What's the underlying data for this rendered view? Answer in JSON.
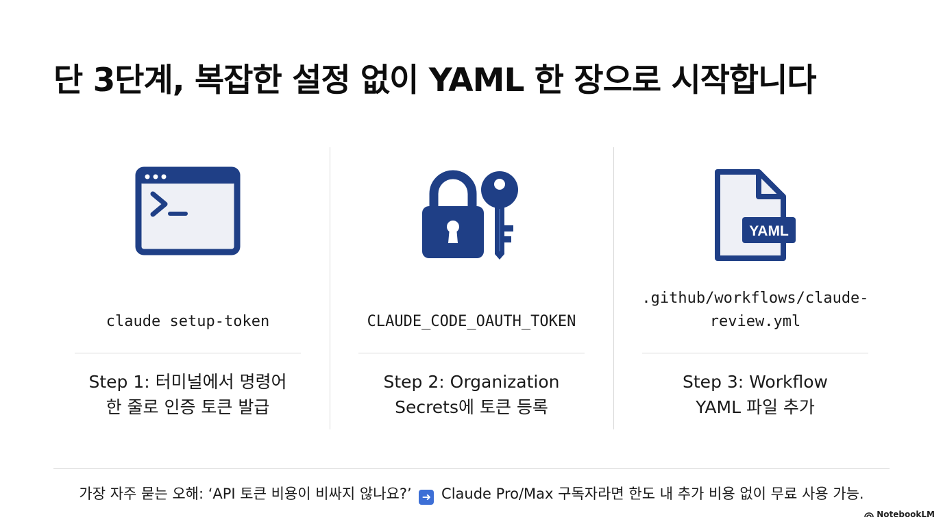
{
  "title": "단 3단계, 복잡한 설정 없이 YAML 한 장으로 시작합니다",
  "colors": {
    "icon_primary": "#1f3f86",
    "icon_fill": "#eef0f6",
    "divider": "#d9d9d9",
    "footer_arrow": "#3d6fd6"
  },
  "steps": [
    {
      "icon": "terminal-window-icon",
      "code": "claude setup-token",
      "desc_line1": "Step 1: 터미널에서 명령어",
      "desc_line2": "한 줄로 인증 토큰 발급"
    },
    {
      "icon": "lock-and-key-icon",
      "code": "CLAUDE_CODE_OAUTH_TOKEN",
      "desc_line1": "Step 2: Organization",
      "desc_line2": "Secrets에 토큰 등록"
    },
    {
      "icon": "yaml-file-icon",
      "code_line1": ".github/workflows/claude-",
      "code_line2": "review.yml",
      "file_badge": "YAML",
      "desc_line1": "Step 3: Workflow",
      "desc_line2": "YAML 파일 추가"
    }
  ],
  "footer": {
    "part1": "가장 자주 묻는 오해: ‘API 토큰 비용이 비싸지 않나요?’",
    "arrow_icon": "right-arrow-icon",
    "part2": "Claude Pro/Max 구독자라면 한도 내 추가 비용 없이 무료 사용 가능."
  },
  "brand": "NotebookLM"
}
